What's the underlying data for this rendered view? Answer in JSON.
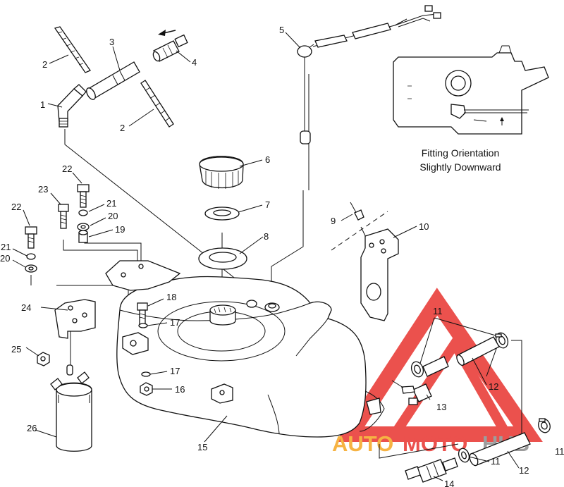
{
  "part_labels": {
    "p1": "1",
    "p2a": "2",
    "p2b": "2",
    "p3": "3",
    "p4": "4",
    "p5": "5",
    "p6": "6",
    "p7": "7",
    "p8": "8",
    "p9": "9",
    "p10": "10",
    "p11a": "11",
    "p11b": "11",
    "p11c": "11",
    "p12a": "12",
    "p12b": "12",
    "p13": "13",
    "p14": "14",
    "p15": "15",
    "p16": "16",
    "p17a": "17",
    "p17b": "17",
    "p18": "18",
    "p19": "19",
    "p20a": "20",
    "p20b": "20",
    "p21a": "21",
    "p21b": "21",
    "p22a": "22",
    "p22b": "22",
    "p23": "23",
    "p24": "24",
    "p25": "25",
    "p26": "26"
  },
  "inset_note": {
    "line1": "Fitting Orientation",
    "line2": "Slightly Downward"
  },
  "watermark": {
    "text_auto": "AUTO",
    "text_moto": "MOTO",
    "text_hub": "HUB",
    "colors": {
      "red": "#e8332f",
      "orange": "#f5a623",
      "grey": "#8c8c8c"
    }
  }
}
